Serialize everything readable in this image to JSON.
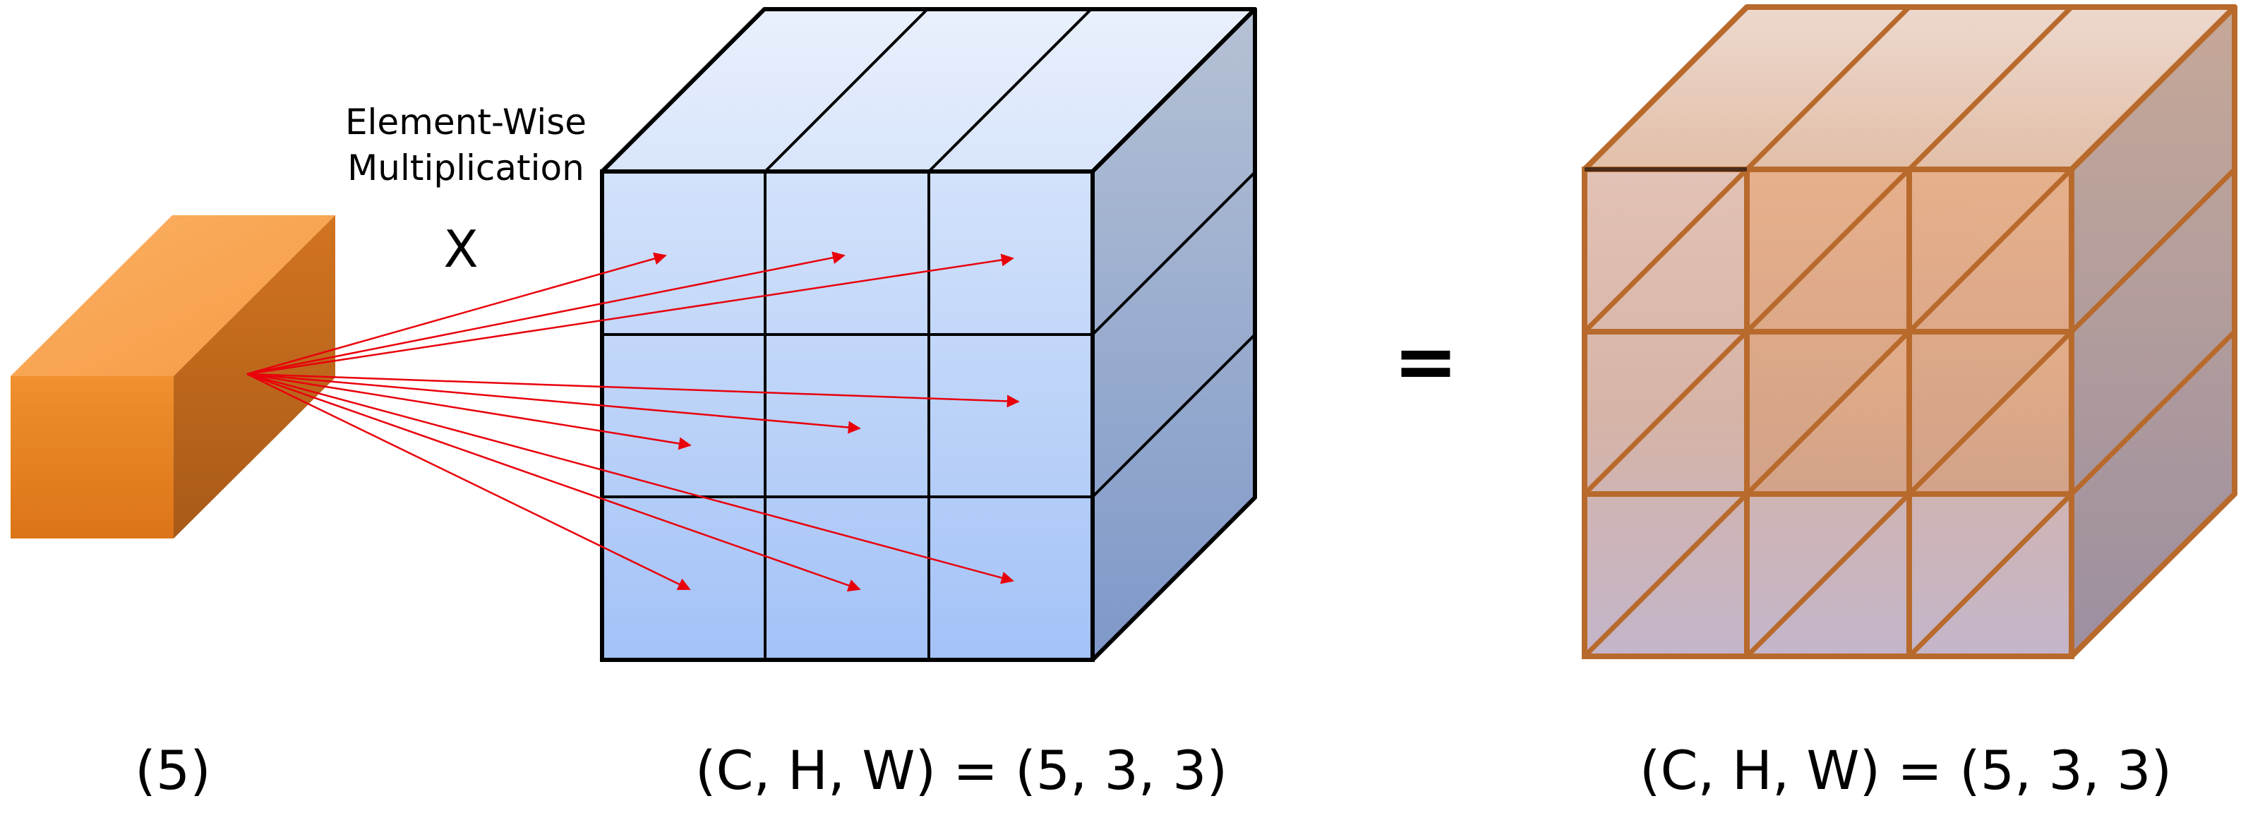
{
  "operation": {
    "name_line1": "Element-Wise",
    "name_line2": "Multiplication",
    "operator": "X",
    "equals": "="
  },
  "vector": {
    "shape_label": "(5)",
    "color": "#E57F24"
  },
  "input_tensor": {
    "shape_label": "(C, H, W) = (5, 3, 3)",
    "rows": 3,
    "cols": 3,
    "color": "#A9C5F5"
  },
  "output_tensor": {
    "shape_label": "(C, H, W) = (5, 3, 3)",
    "rows": 3,
    "cols": 3,
    "color": "#D8A983"
  },
  "arrow_color": "#E8000B"
}
